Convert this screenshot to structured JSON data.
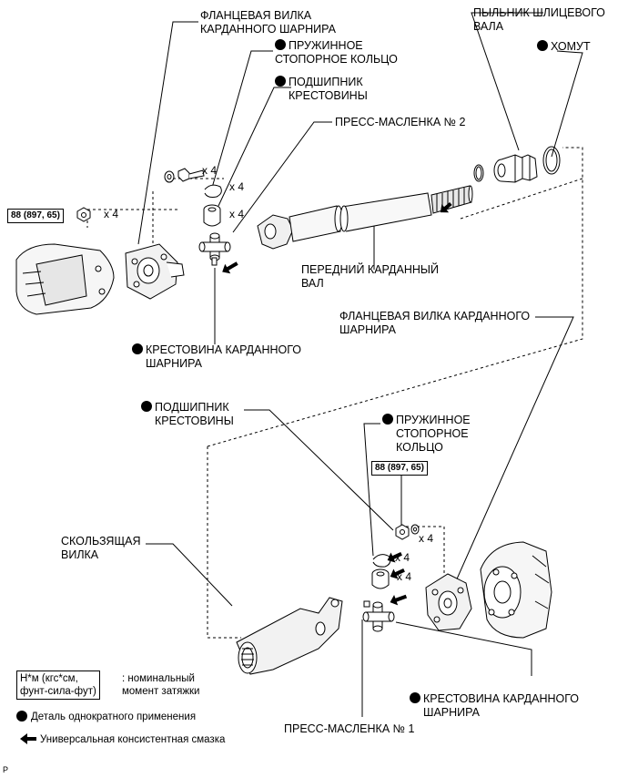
{
  "labels": {
    "flange_yoke_top": [
      "ФЛАНЦЕВАЯ ВИЛКА",
      "КАРДАННОГО ШАРНИРА"
    ],
    "snap_ring_top": [
      "ПРУЖИННОЕ",
      "СТОПОРНОЕ КОЛЬЦО"
    ],
    "bearing_top": [
      "ПОДШИПНИК",
      "КРЕСТОВИНЫ"
    ],
    "grease_fitting_2": "ПРЕСС-МАСЛЕНКА № 2",
    "spline_boot": [
      "ПЫЛЬНИК ШЛИЦЕВОГО",
      "ВАЛА"
    ],
    "clamp": "ХОМУТ",
    "front_shaft": [
      "ПЕРЕДНИЙ КАРДАННЫЙ",
      "ВАЛ"
    ],
    "spider_top": [
      "КРЕСТОВИНА КАРДАННОГО",
      "ШАРНИРА"
    ],
    "flange_yoke_bottom": [
      "ФЛАНЦЕВАЯ ВИЛКА КАРДАННОГО",
      "ШАРНИРА"
    ],
    "bearing_bottom": [
      "ПОДШИПНИК",
      "КРЕСТОВИНЫ"
    ],
    "snap_ring_bottom": [
      "ПРУЖИННОЕ",
      "СТОПОРНОЕ",
      "КОЛЬЦО"
    ],
    "slip_yoke": [
      "СКОЛЬЗЯЩАЯ",
      "ВИЛКА"
    ],
    "spider_bottom": [
      "КРЕСТОВИНА КАРДАННОГО",
      "ШАРНИРА"
    ],
    "grease_fitting_1": "ПРЕСС-МАСЛЕНКА № 1"
  },
  "quantities": {
    "x4": "x 4"
  },
  "torque": {
    "value": "88 (897, 65)"
  },
  "legend": {
    "units": [
      "Н*м (кгс*см,",
      "фунт-сила-фут)"
    ],
    "torque_desc": [
      ": номинальный",
      "момент затяжки"
    ],
    "one_time": "Деталь однократного применения",
    "grease": "Универсальная консистентная смазка"
  },
  "figure_ref": "P"
}
